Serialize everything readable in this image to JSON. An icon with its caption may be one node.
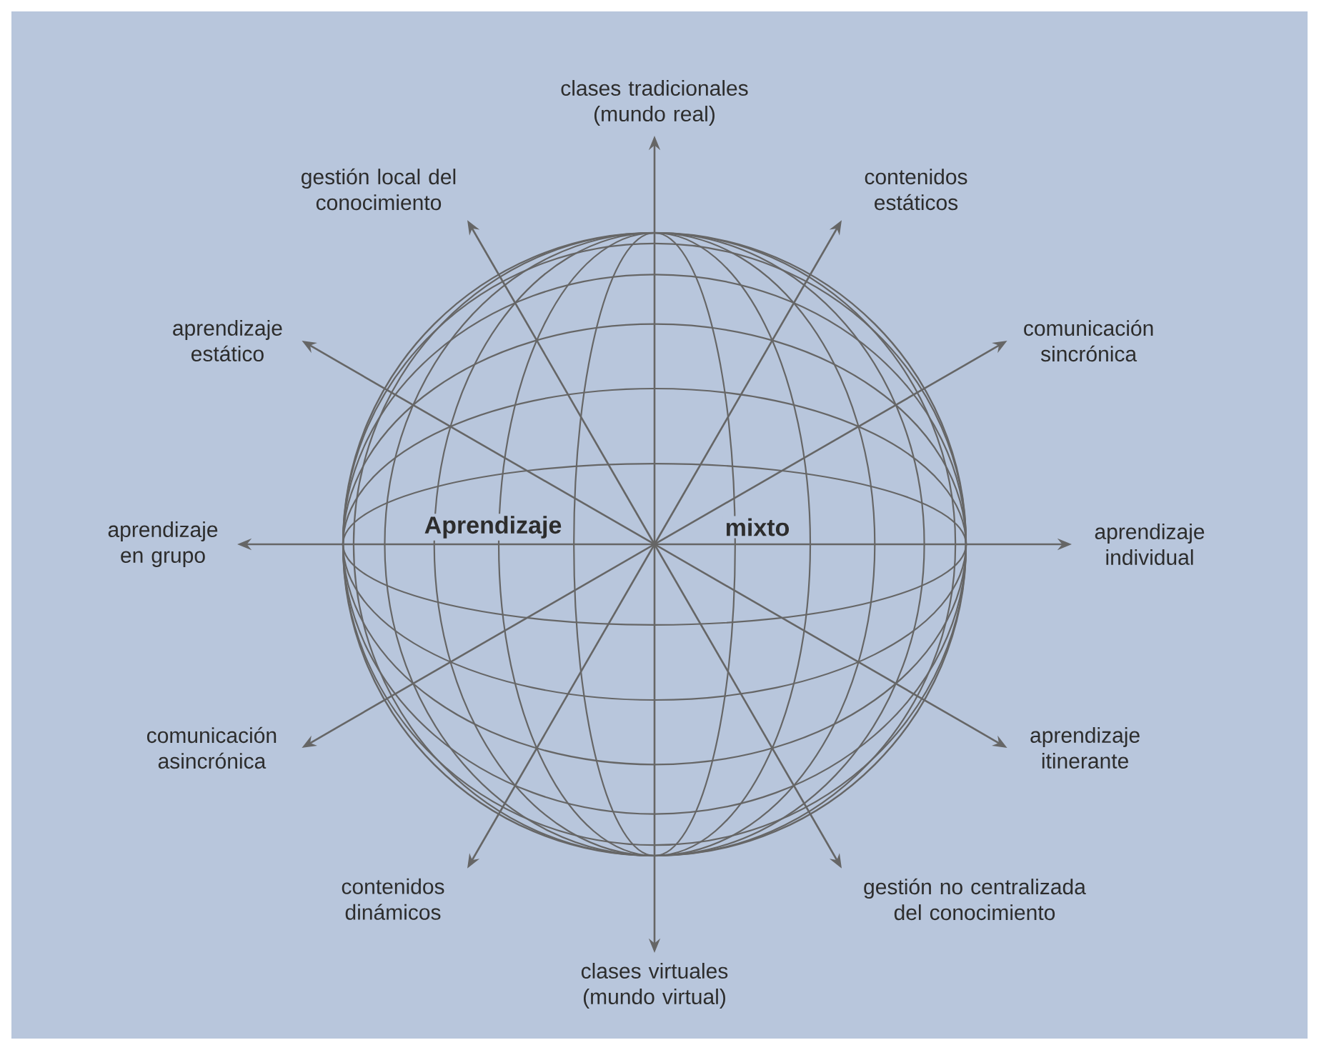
{
  "diagram": {
    "nodes": [
      {
        "text": [
          "Aprendizaje",
          "mixto"
        ]
      },
      {
        "text": [
          "clases tradicionales (mundo real)"
        ]
      },
      {
        "text": [
          "contenidos estáticos"
        ]
      },
      {
        "text": [
          "comunicación sincrónica"
        ]
      },
      {
        "text": [
          "aprendizaje individual"
        ]
      },
      {
        "text": [
          "aprendizaje itinerante"
        ]
      },
      {
        "text": [
          "gestión no centralizada del conocimiento"
        ]
      },
      {
        "text": [
          "clases virtuales (mundo virtual)"
        ]
      },
      {
        "text": [
          "contenidos dinámicos"
        ]
      },
      {
        "text": [
          "comunicación asincrónica"
        ]
      },
      {
        "text": [
          "aprendizaje en grupo"
        ]
      },
      {
        "text": [
          "aprendizaje estático"
        ]
      },
      {
        "text": [
          "gestión local del conocimiento"
        ]
      }
    ],
    "edges": [
      {
        "from": 0,
        "to": 1,
        "arrow": "to"
      },
      {
        "from": 0,
        "to": 2,
        "arrow": "to"
      },
      {
        "from": 0,
        "to": 3,
        "arrow": "to"
      },
      {
        "from": 0,
        "to": 4,
        "arrow": "to"
      },
      {
        "from": 0,
        "to": 5,
        "arrow": "to"
      },
      {
        "from": 0,
        "to": 6,
        "arrow": "to"
      },
      {
        "from": 0,
        "to": 7,
        "arrow": "to"
      },
      {
        "from": 0,
        "to": 8,
        "arrow": "to"
      },
      {
        "from": 0,
        "to": 9,
        "arrow": "to"
      },
      {
        "from": 0,
        "to": 10,
        "arrow": "to"
      },
      {
        "from": 0,
        "to": 11,
        "arrow": "to"
      },
      {
        "from": 0,
        "to": 12,
        "arrow": "to"
      }
    ]
  }
}
